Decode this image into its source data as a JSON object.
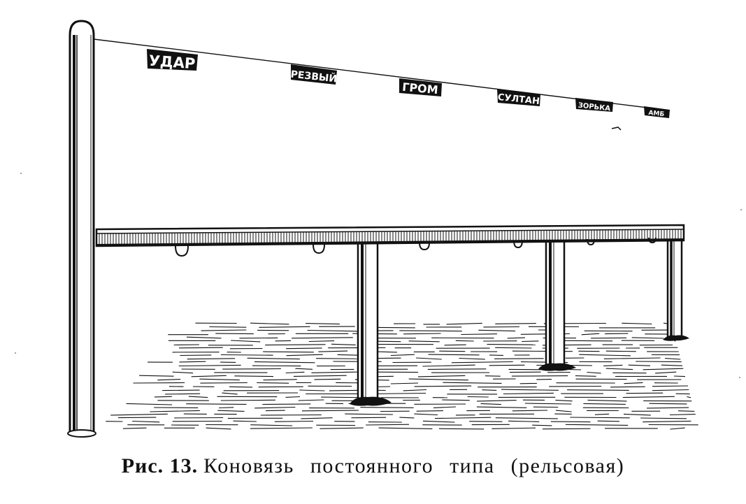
{
  "figure": {
    "label": "Рис. 13.",
    "caption": "Коновязь постоянного типа (рельсовая)"
  },
  "name_plates": [
    "УДАР",
    "РЕЗВЫЙ",
    "ГРОМ",
    "СУЛТАН",
    "ЗОРЬКА",
    "АМБ"
  ],
  "colors": {
    "ink": "#111111",
    "paper": "#ffffff"
  }
}
